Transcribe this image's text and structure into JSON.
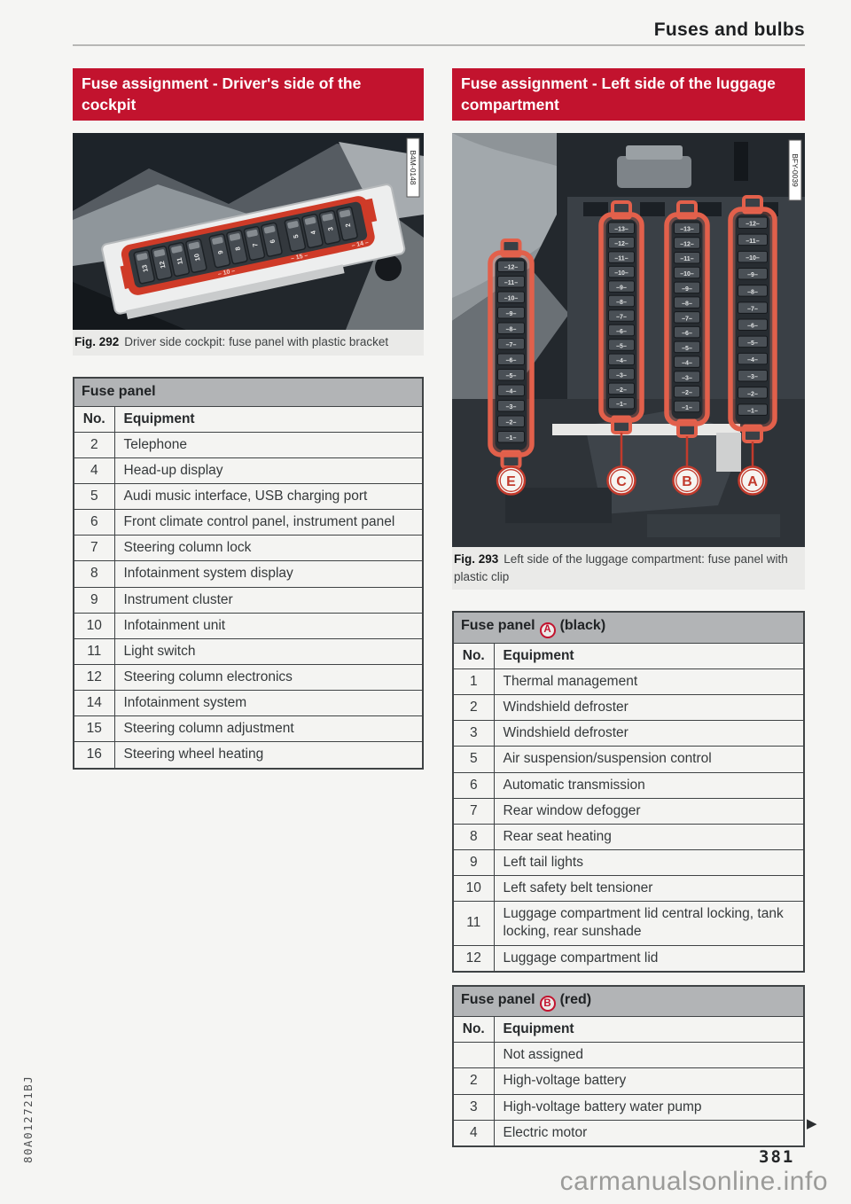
{
  "page": {
    "header_title": "Fuses and bulbs",
    "page_number": "381",
    "watermark": "carmanualsonline.info",
    "spine_code": "80A012721BJ"
  },
  "colors": {
    "banner_red": "#c2132e",
    "panel_red": "#d2442f",
    "strip_salmon": "#e2604b",
    "table_header_gray": "#b2b4b6"
  },
  "left_column": {
    "banner": "Fuse assignment - Driver's side of the cockpit",
    "figure": {
      "code": "B4M-0148",
      "caption_label": "Fig. 292",
      "caption_text": "Driver side cockpit: fuse panel with plastic bracket",
      "fuse_labels": [
        "13",
        "12",
        "11",
        "10",
        "9",
        "8",
        "7",
        "6",
        "5",
        "4",
        "3",
        "2"
      ],
      "bracket_marks": [
        "10",
        "15",
        "14"
      ]
    },
    "table": {
      "title": "Fuse panel",
      "columns": [
        "No.",
        "Equipment"
      ],
      "rows": [
        {
          "no": "2",
          "equipment": "Telephone"
        },
        {
          "no": "4",
          "equipment": "Head-up display"
        },
        {
          "no": "5",
          "equipment": "Audi music interface, USB charging port"
        },
        {
          "no": "6",
          "equipment": "Front climate control panel, instrument panel"
        },
        {
          "no": "7",
          "equipment": "Steering column lock"
        },
        {
          "no": "8",
          "equipment": "Infotainment system display"
        },
        {
          "no": "9",
          "equipment": "Instrument cluster"
        },
        {
          "no": "10",
          "equipment": "Infotainment unit"
        },
        {
          "no": "11",
          "equipment": "Light switch"
        },
        {
          "no": "12",
          "equipment": "Steering column electronics"
        },
        {
          "no": "14",
          "equipment": "Infotainment system"
        },
        {
          "no": "15",
          "equipment": "Steering column adjustment"
        },
        {
          "no": "16",
          "equipment": "Steering wheel heating"
        }
      ]
    }
  },
  "right_column": {
    "banner": "Fuse assignment - Left side of the luggage compartment",
    "figure": {
      "code": "BFY-0039",
      "caption_label": "Fig. 293",
      "caption_text": "Left side of the luggage compartment: fuse panel with plastic clip",
      "panels": [
        {
          "label": "E",
          "fuses": [
            "12",
            "11",
            "10",
            "9",
            "8",
            "7",
            "6",
            "5",
            "4",
            "3",
            "2",
            "1"
          ]
        },
        {
          "label": "C",
          "fuses": [
            "13",
            "12",
            "11",
            "10",
            "9",
            "8",
            "7",
            "6",
            "5",
            "4",
            "3",
            "2",
            "1"
          ]
        },
        {
          "label": "B",
          "fuses": [
            "13",
            "12",
            "11",
            "10",
            "9",
            "8",
            "7",
            "6",
            "5",
            "4",
            "3",
            "2",
            "1"
          ]
        },
        {
          "label": "A",
          "fuses": [
            "12",
            "11",
            "10",
            "9",
            "8",
            "7",
            "6",
            "5",
            "4",
            "3",
            "2",
            "1"
          ]
        }
      ]
    },
    "table_a": {
      "title_prefix": "Fuse panel",
      "panel_letter": "A",
      "title_suffix": "(black)",
      "columns": [
        "No.",
        "Equipment"
      ],
      "rows": [
        {
          "no": "1",
          "equipment": "Thermal management"
        },
        {
          "no": "2",
          "equipment": "Windshield defroster"
        },
        {
          "no": "3",
          "equipment": "Windshield defroster"
        },
        {
          "no": "5",
          "equipment": "Air suspension/suspension control"
        },
        {
          "no": "6",
          "equipment": "Automatic transmission"
        },
        {
          "no": "7",
          "equipment": "Rear window defogger"
        },
        {
          "no": "8",
          "equipment": "Rear seat heating"
        },
        {
          "no": "9",
          "equipment": "Left tail lights"
        },
        {
          "no": "10",
          "equipment": "Left safety belt tensioner"
        },
        {
          "no": "11",
          "equipment": "Luggage compartment lid central locking, tank locking, rear sunshade"
        },
        {
          "no": "12",
          "equipment": "Luggage compartment lid"
        }
      ]
    },
    "table_b": {
      "title_prefix": "Fuse panel",
      "panel_letter": "B",
      "title_suffix": "(red)",
      "columns": [
        "No.",
        "Equipment"
      ],
      "rows": [
        {
          "no": "",
          "equipment": "Not assigned"
        },
        {
          "no": "2",
          "equipment": "High-voltage battery"
        },
        {
          "no": "3",
          "equipment": "High-voltage battery water pump"
        },
        {
          "no": "4",
          "equipment": "Electric motor"
        }
      ]
    }
  },
  "footer": {
    "next_page_arrow": "▶"
  }
}
